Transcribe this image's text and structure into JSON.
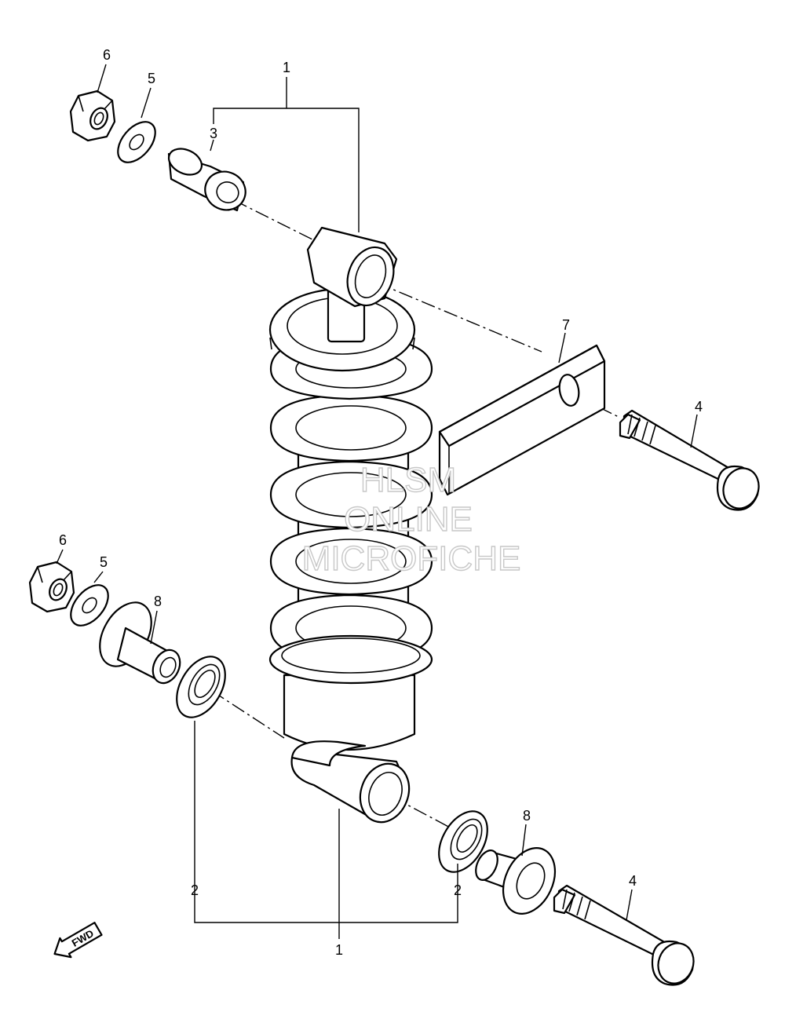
{
  "callouts": {
    "p6_top": "6",
    "p5_top": "5",
    "p1_top": "1",
    "p3": "3",
    "p7": "7",
    "p4_right": "4",
    "p6_bottom": "6",
    "p5_bottom": "5",
    "p8_left": "8",
    "p8_right": "8",
    "p2_left": "2",
    "p2_right": "2",
    "p4_bottom": "4",
    "p1_bottom": "1"
  },
  "watermark": {
    "line1": "HLSM",
    "line2": "ONLINE",
    "line3": "MICROFICHE"
  },
  "fwd_label": "FWD"
}
